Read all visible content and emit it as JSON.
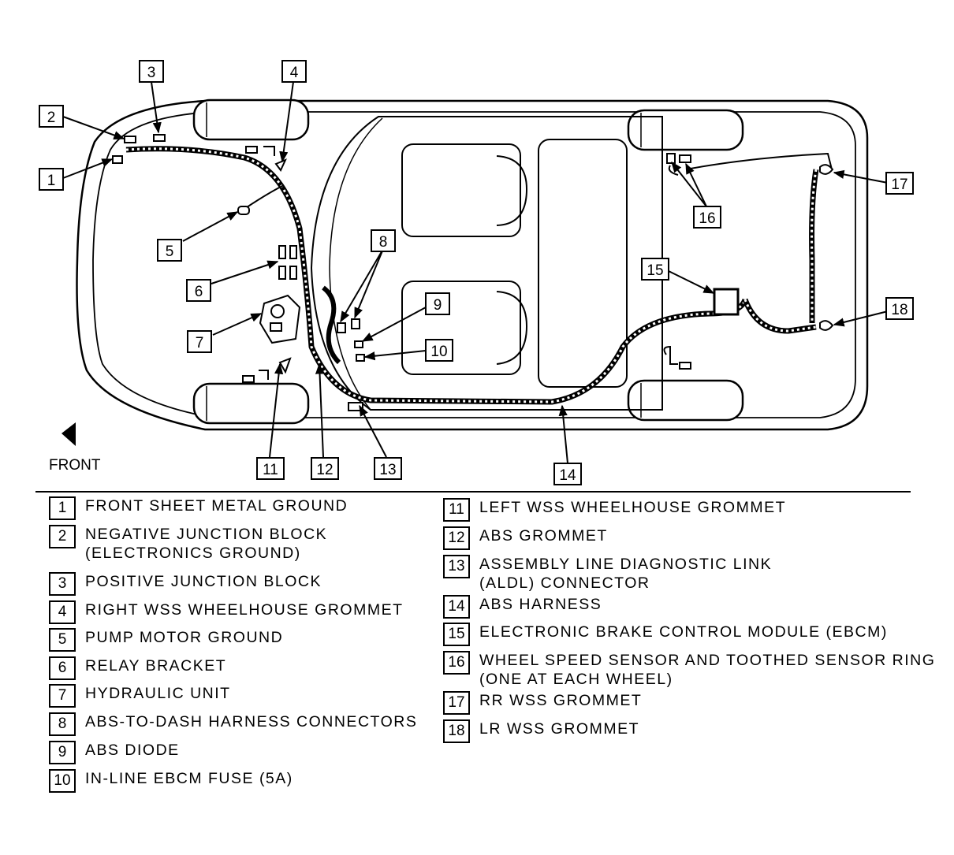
{
  "front_label": "FRONT",
  "callouts": [
    "1",
    "2",
    "3",
    "4",
    "5",
    "6",
    "7",
    "8",
    "9",
    "10",
    "11",
    "12",
    "13",
    "14",
    "15",
    "16",
    "17",
    "18"
  ],
  "legend": {
    "left": [
      {
        "num": "1",
        "lines": [
          "FRONT SHEET METAL GROUND"
        ]
      },
      {
        "num": "2",
        "lines": [
          "NEGATIVE JUNCTION BLOCK",
          "(ELECTRONICS GROUND)"
        ]
      },
      {
        "num": "3",
        "lines": [
          "POSITIVE JUNCTION BLOCK"
        ]
      },
      {
        "num": "4",
        "lines": [
          "RIGHT WSS WHEELHOUSE GROMMET"
        ]
      },
      {
        "num": "5",
        "lines": [
          "PUMP MOTOR GROUND"
        ]
      },
      {
        "num": "6",
        "lines": [
          "RELAY BRACKET"
        ]
      },
      {
        "num": "7",
        "lines": [
          "HYDRAULIC UNIT"
        ]
      },
      {
        "num": "8",
        "lines": [
          "ABS-TO-DASH HARNESS CONNECTORS"
        ]
      },
      {
        "num": "9",
        "lines": [
          "ABS DIODE"
        ]
      },
      {
        "num": "10",
        "lines": [
          "IN-LINE EBCM FUSE (5A)"
        ]
      }
    ],
    "right": [
      {
        "num": "11",
        "lines": [
          "LEFT WSS WHEELHOUSE GROMMET"
        ]
      },
      {
        "num": "12",
        "lines": [
          "ABS GROMMET"
        ]
      },
      {
        "num": "13",
        "lines": [
          "ASSEMBLY LINE DIAGNOSTIC LINK",
          "(ALDL) CONNECTOR"
        ]
      },
      {
        "num": "14",
        "lines": [
          "ABS HARNESS"
        ]
      },
      {
        "num": "15",
        "lines": [
          "ELECTRONIC BRAKE CONTROL MODULE (EBCM)"
        ]
      },
      {
        "num": "16",
        "lines": [
          "WHEEL SPEED SENSOR AND TOOTHED SENSOR RING",
          "(ONE AT EACH WHEEL)"
        ]
      },
      {
        "num": "17",
        "lines": [
          "RR WSS GROMMET"
        ]
      },
      {
        "num": "18",
        "lines": [
          "LR WSS GROMMET"
        ]
      }
    ]
  }
}
